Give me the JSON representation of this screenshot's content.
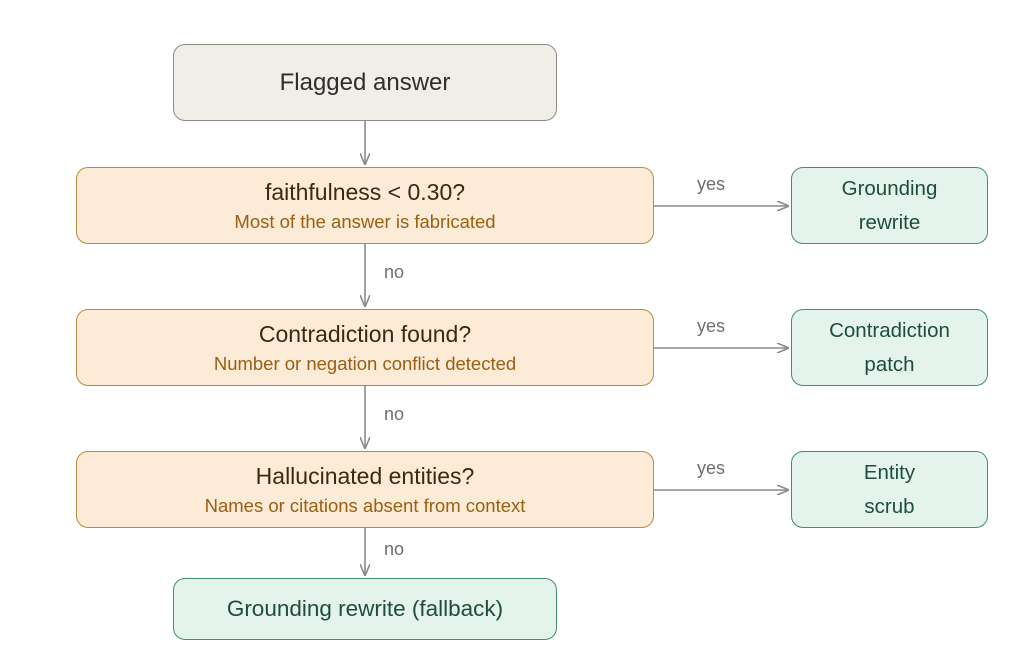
{
  "start": {
    "label": "Flagged answer"
  },
  "decisions": [
    {
      "question": "faithfulness < 0.30?",
      "detail": "Most of the answer is fabricated"
    },
    {
      "question": "Contradiction found?",
      "detail": "Number or negation conflict detected"
    },
    {
      "question": "Hallucinated entities?",
      "detail": "Names or citations absent from context"
    }
  ],
  "actions": [
    {
      "line1": "Grounding",
      "line2": "rewrite"
    },
    {
      "line1": "Contradiction",
      "line2": "patch"
    },
    {
      "line1": "Entity",
      "line2": "scrub"
    }
  ],
  "fallback": {
    "label": "Grounding rewrite (fallback)"
  },
  "edge_labels": {
    "yes": "yes",
    "no": "no"
  },
  "colors": {
    "start_fill": "#f1eee8",
    "decision_fill": "#fcebd6",
    "decision_border": "#b98a3e",
    "detail_text": "#9a5f12",
    "action_fill": "#e4f4ec",
    "action_border": "#3f8f70",
    "arrow": "#8a8a8a"
  }
}
